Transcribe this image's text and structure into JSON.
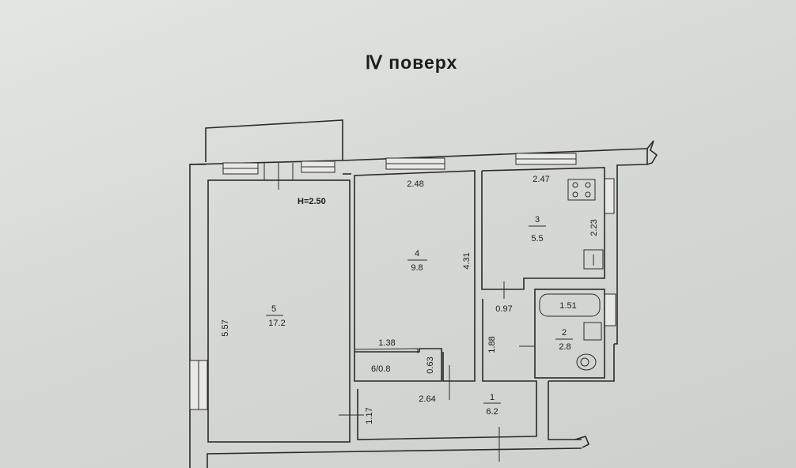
{
  "title": "Ⅳ поверх",
  "ceiling_height": "H=2.50",
  "rooms": [
    {
      "number": "1",
      "area": "6.2"
    },
    {
      "number": "2",
      "area": "2.8"
    },
    {
      "number": "3",
      "area": "5.5"
    },
    {
      "number": "4",
      "area": "9.8"
    },
    {
      "number": "5",
      "area": "17.2"
    },
    {
      "number": "6/0.8",
      "area": ""
    }
  ],
  "dimensions": {
    "room5_height": "5.57",
    "room4_width": "2.48",
    "room4_height": "4.31",
    "room3_width": "2.47",
    "room3_height": "2.23",
    "bath_width": "1.51",
    "door_gap": "0.97",
    "closet_width": "1.38",
    "closet_depth": "0.63",
    "corridor_width": "2.64",
    "corridor_height": "1.88",
    "corridor_depth": "1.17"
  }
}
